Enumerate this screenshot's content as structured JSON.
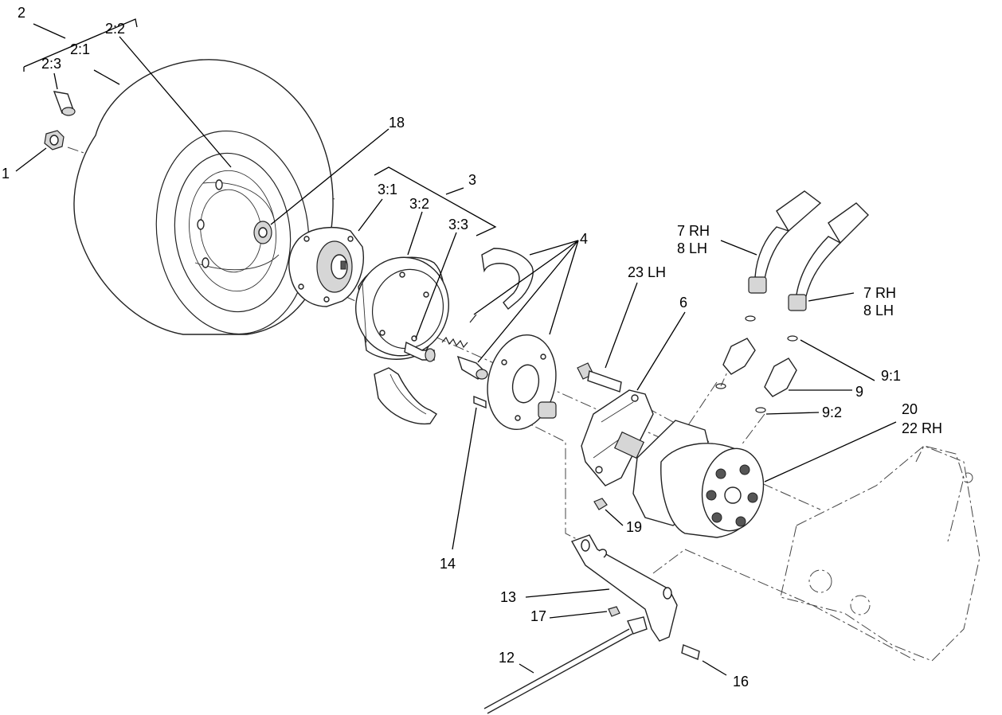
{
  "callouts": [
    {
      "id": "c1",
      "text": "1"
    },
    {
      "id": "c2",
      "text": "2"
    },
    {
      "id": "c2_1",
      "text": "2:1"
    },
    {
      "id": "c2_2",
      "text": "2:2"
    },
    {
      "id": "c2_3",
      "text": "2:3"
    },
    {
      "id": "c3",
      "text": "3"
    },
    {
      "id": "c3_1",
      "text": "3:1"
    },
    {
      "id": "c3_2",
      "text": "3:2"
    },
    {
      "id": "c3_3",
      "text": "3:3"
    },
    {
      "id": "c4",
      "text": "4"
    },
    {
      "id": "c6",
      "text": "6"
    },
    {
      "id": "c7a",
      "text": "7 RH"
    },
    {
      "id": "c8a",
      "text": "8 LH"
    },
    {
      "id": "c7b",
      "text": "7 RH"
    },
    {
      "id": "c8b",
      "text": "8 LH"
    },
    {
      "id": "c9",
      "text": "9"
    },
    {
      "id": "c9_1",
      "text": "9:1"
    },
    {
      "id": "c9_2",
      "text": "9:2"
    },
    {
      "id": "c12",
      "text": "12"
    },
    {
      "id": "c13",
      "text": "13"
    },
    {
      "id": "c14",
      "text": "14"
    },
    {
      "id": "c16",
      "text": "16"
    },
    {
      "id": "c17",
      "text": "17"
    },
    {
      "id": "c18",
      "text": "18"
    },
    {
      "id": "c19",
      "text": "19"
    },
    {
      "id": "c20",
      "text": "20"
    },
    {
      "id": "c22",
      "text": "22 RH"
    },
    {
      "id": "c23",
      "text": "23 LH"
    }
  ]
}
